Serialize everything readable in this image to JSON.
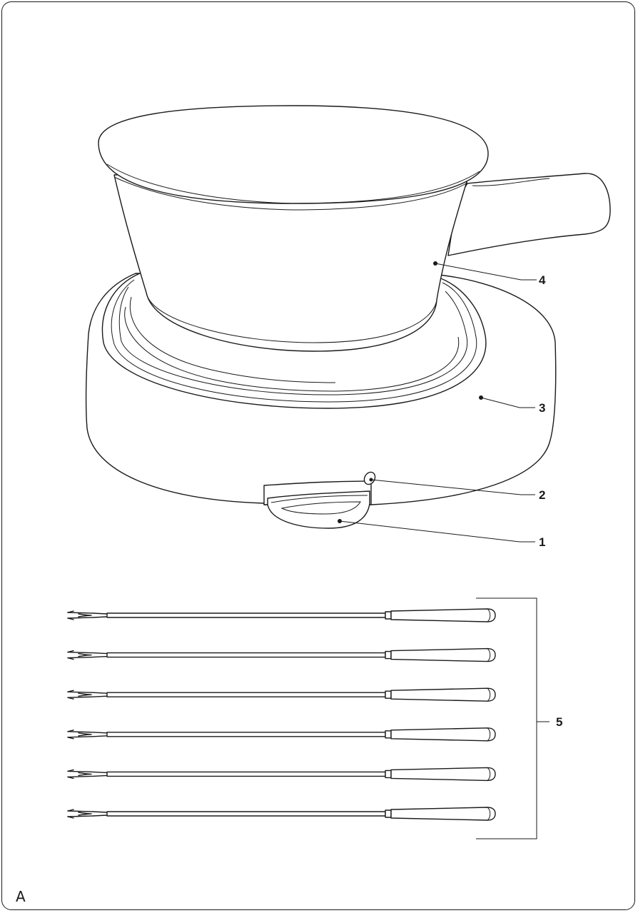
{
  "figure": {
    "letter": "A"
  },
  "callouts": [
    {
      "id": "1",
      "label": "1",
      "part": "button"
    },
    {
      "id": "2",
      "label": "2",
      "part": "indicator-light"
    },
    {
      "id": "3",
      "label": "3",
      "part": "base"
    },
    {
      "id": "4",
      "label": "4",
      "part": "pot"
    },
    {
      "id": "5",
      "label": "5",
      "part": "forks"
    }
  ],
  "forks": {
    "count": 6
  },
  "colors": {
    "line": "#1a1a1a",
    "background": "#ffffff"
  }
}
